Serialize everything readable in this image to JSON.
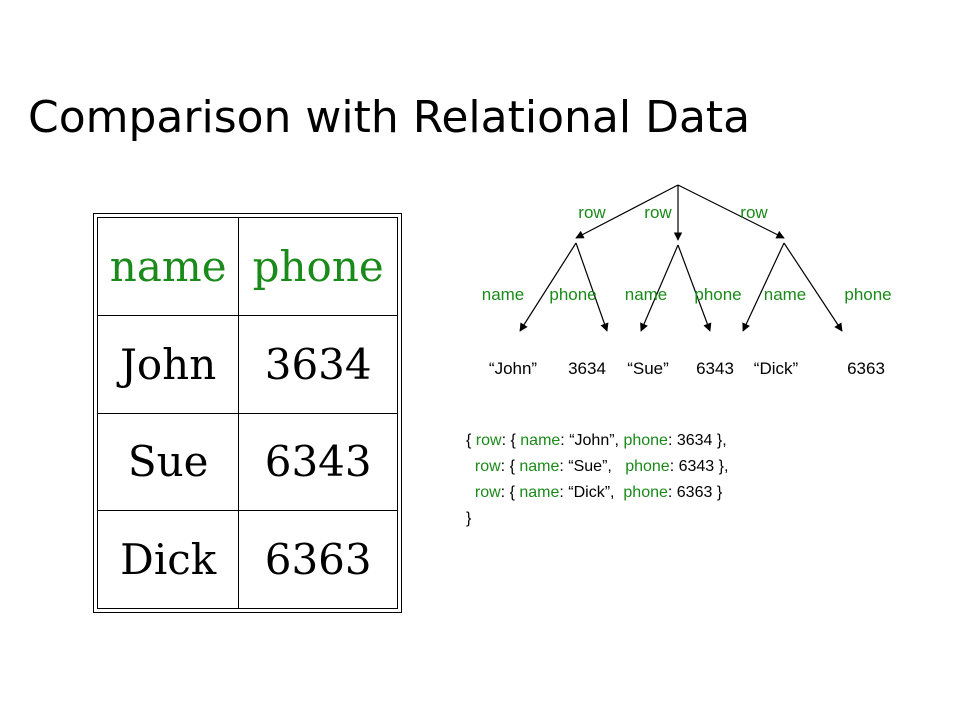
{
  "title": "Comparison with Relational Data",
  "table": {
    "headers": [
      "name",
      "phone"
    ],
    "rows": [
      [
        "John",
        "3634"
      ],
      [
        "Sue",
        "6343"
      ],
      [
        "Dick",
        "6363"
      ]
    ]
  },
  "tree": {
    "edge_labels_level1": [
      "row",
      "row",
      "row"
    ],
    "edge_labels_level2": [
      "name",
      "phone",
      "name",
      "phone",
      "name",
      "phone"
    ],
    "leaves": [
      "“John”",
      "3634",
      "“Sue”",
      "6343",
      "“Dick”",
      "6363"
    ]
  },
  "json_text": {
    "lines": [
      [
        {
          "t": "{ "
        },
        {
          "t": "row",
          "k": true
        },
        {
          "t": ": { "
        },
        {
          "t": "name",
          "k": true
        },
        {
          "t": ": “John”, "
        },
        {
          "t": "phone",
          "k": true
        },
        {
          "t": ": 3634 },"
        }
      ],
      [
        {
          "t": "  "
        },
        {
          "t": "row",
          "k": true
        },
        {
          "t": ": { "
        },
        {
          "t": "name",
          "k": true
        },
        {
          "t": ": “Sue”,   "
        },
        {
          "t": "phone",
          "k": true
        },
        {
          "t": ": 6343 },"
        }
      ],
      [
        {
          "t": "  "
        },
        {
          "t": "row",
          "k": true
        },
        {
          "t": ": { "
        },
        {
          "t": "name",
          "k": true
        },
        {
          "t": ": “Dick”,  "
        },
        {
          "t": "phone",
          "k": true
        },
        {
          "t": ": 6363 }"
        }
      ],
      [
        {
          "t": "}"
        }
      ]
    ]
  },
  "colors": {
    "label": "#1a8a1a",
    "text": "#000000"
  }
}
